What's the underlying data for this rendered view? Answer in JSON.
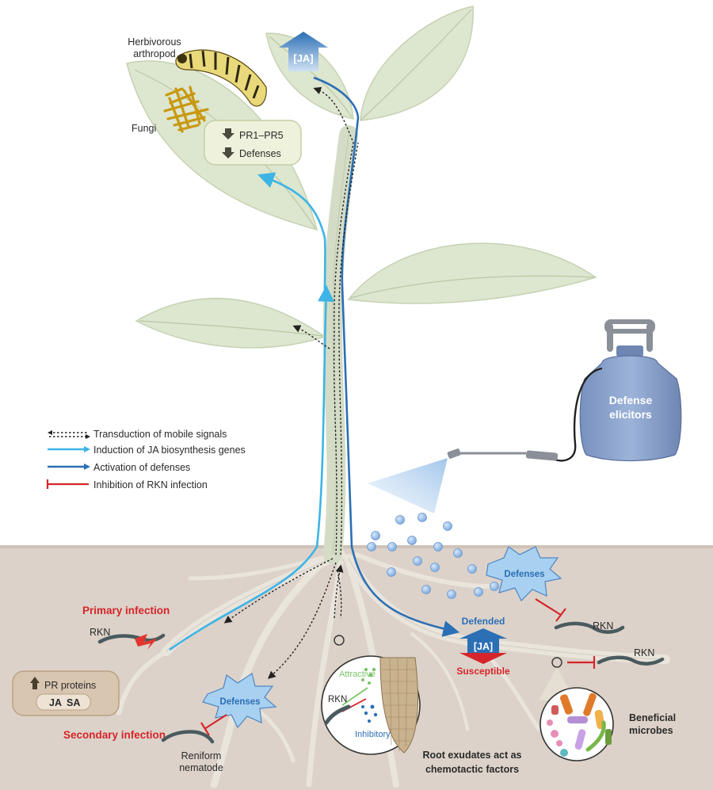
{
  "labels": {
    "herbivore_line1": "Herbivorous",
    "herbivore_line2": "arthropod",
    "fungi": "Fungi",
    "ja_top": "[JA]",
    "pr1_pr5": "PR1–PR5",
    "leaf_defenses": "Defenses",
    "defense_elicitors_line1": "Defense",
    "defense_elicitors_line2": "elicitors",
    "soil_defenses": "Defenses",
    "rkn_right_1": "RKN",
    "rkn_right_2": "RKN",
    "defended": "Defended",
    "ja_root": "[JA]",
    "susceptible": "Susceptible",
    "primary_infection": "Primary infection",
    "rkn_left": "RKN",
    "pr_proteins": "PR proteins",
    "ja": "JA",
    "sa": "SA",
    "secondary_infection": "Secondary infection",
    "lower_defenses": "Defenses",
    "reniform_line1": "Reniform",
    "reniform_line2": "nematode",
    "attractive": "Attractive",
    "inhibitory": "Inhibitory",
    "rkn_root": "RKN",
    "exudates_line1": "Root exudates act as",
    "exudates_line2": "chemotactic factors",
    "beneficial_line1": "Beneficial",
    "beneficial_line2": "microbes"
  },
  "legend": [
    {
      "label": "Transduction of mobile signals",
      "style": "dotted"
    },
    {
      "label": "Induction of JA biosynthesis genes",
      "color": "#3db4e6"
    },
    {
      "label": "Activation of defenses",
      "color": "#2b6fb5"
    },
    {
      "label": "Inhibition of RKN infection",
      "color": "#d6252a"
    }
  ],
  "colors": {
    "soil": "#dcd2c9",
    "leaf": "#dde6cf",
    "induction": "#3db4e6",
    "activation": "#2b6fb5",
    "inhibition": "#d6252a",
    "tank": "#8aa3cc"
  },
  "icons": [
    "caterpillar-icon",
    "fungi-icon",
    "sprayer-icon",
    "nematode-icon",
    "microbes-icon"
  ]
}
